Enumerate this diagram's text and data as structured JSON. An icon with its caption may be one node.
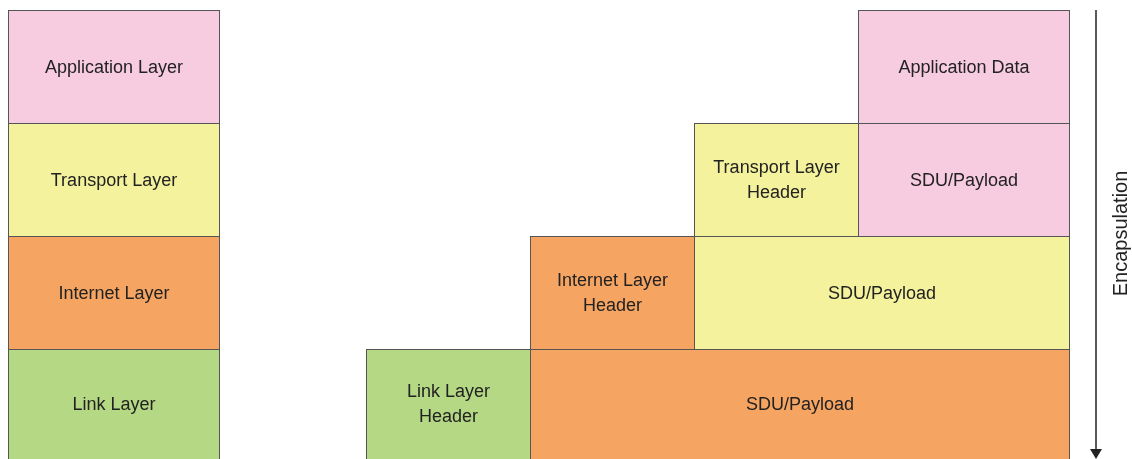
{
  "diagram": {
    "nodes": [
      {
        "text": [
          "Application Layer"
        ]
      },
      {
        "text": [
          "Application Data"
        ]
      },
      {
        "text": [
          "Transport Layer"
        ]
      },
      {
        "text": [
          "Transport Layer Header"
        ]
      },
      {
        "text": [
          "SDU/Payload"
        ]
      },
      {
        "text": [
          "Internet Layer"
        ]
      },
      {
        "text": [
          "Internet Layer Header"
        ]
      },
      {
        "text": [
          "SDU/Payload"
        ]
      },
      {
        "text": [
          "Link Layer"
        ]
      },
      {
        "text": [
          "Link Layer Header"
        ]
      },
      {
        "text": [
          "SDU/Payload"
        ]
      }
    ],
    "labels": [
      "Encapsulation"
    ]
  }
}
